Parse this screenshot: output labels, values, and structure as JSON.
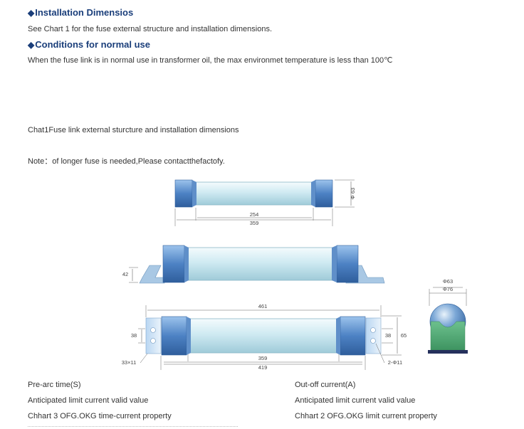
{
  "sections": [
    {
      "heading": "Installation Dimensios",
      "text": "See Chart 1 for the fuse external structure and installation dimensions."
    },
    {
      "heading": "Conditions for normal use",
      "text": "When the fuse link is in normal use in transformer oil,   the max environmet temperature is less than 100℃"
    }
  ],
  "bullet": "◆",
  "chart1_caption": "Chat1Fuse link external sturcture and installation dimensions",
  "note": "Note：of longer fuse is needed,Please contactthefactofy.",
  "drawing": {
    "fuse1": {
      "diameter": "Φ 63",
      "inner_length": "254",
      "total_length": "359"
    },
    "fuse2": {
      "height": "42"
    },
    "fuse3": {
      "total_length": "461",
      "left_height": "38",
      "right_height": "38",
      "outer_height": "65",
      "slot": "33×11",
      "holes": "2-Φ11",
      "inner_length": "359",
      "overall": "419"
    },
    "end_view": {
      "d1": "Φ63",
      "d2": "Φ76"
    }
  },
  "footer": {
    "left": [
      "Pre-arc time(S)",
      "Anticipated limit current valid value",
      "Chhart 3 OFG.OKG time-current property"
    ],
    "right": [
      "Out-off current(A)",
      "Anticipated limit current valid value",
      "Chhart 2 OFG.OKG limit current property"
    ]
  },
  "colors": {
    "heading": "#1a3e7a",
    "cap_blue": "#5f8fc9",
    "tube": "#d6eef4",
    "base_green": "#4da870"
  }
}
